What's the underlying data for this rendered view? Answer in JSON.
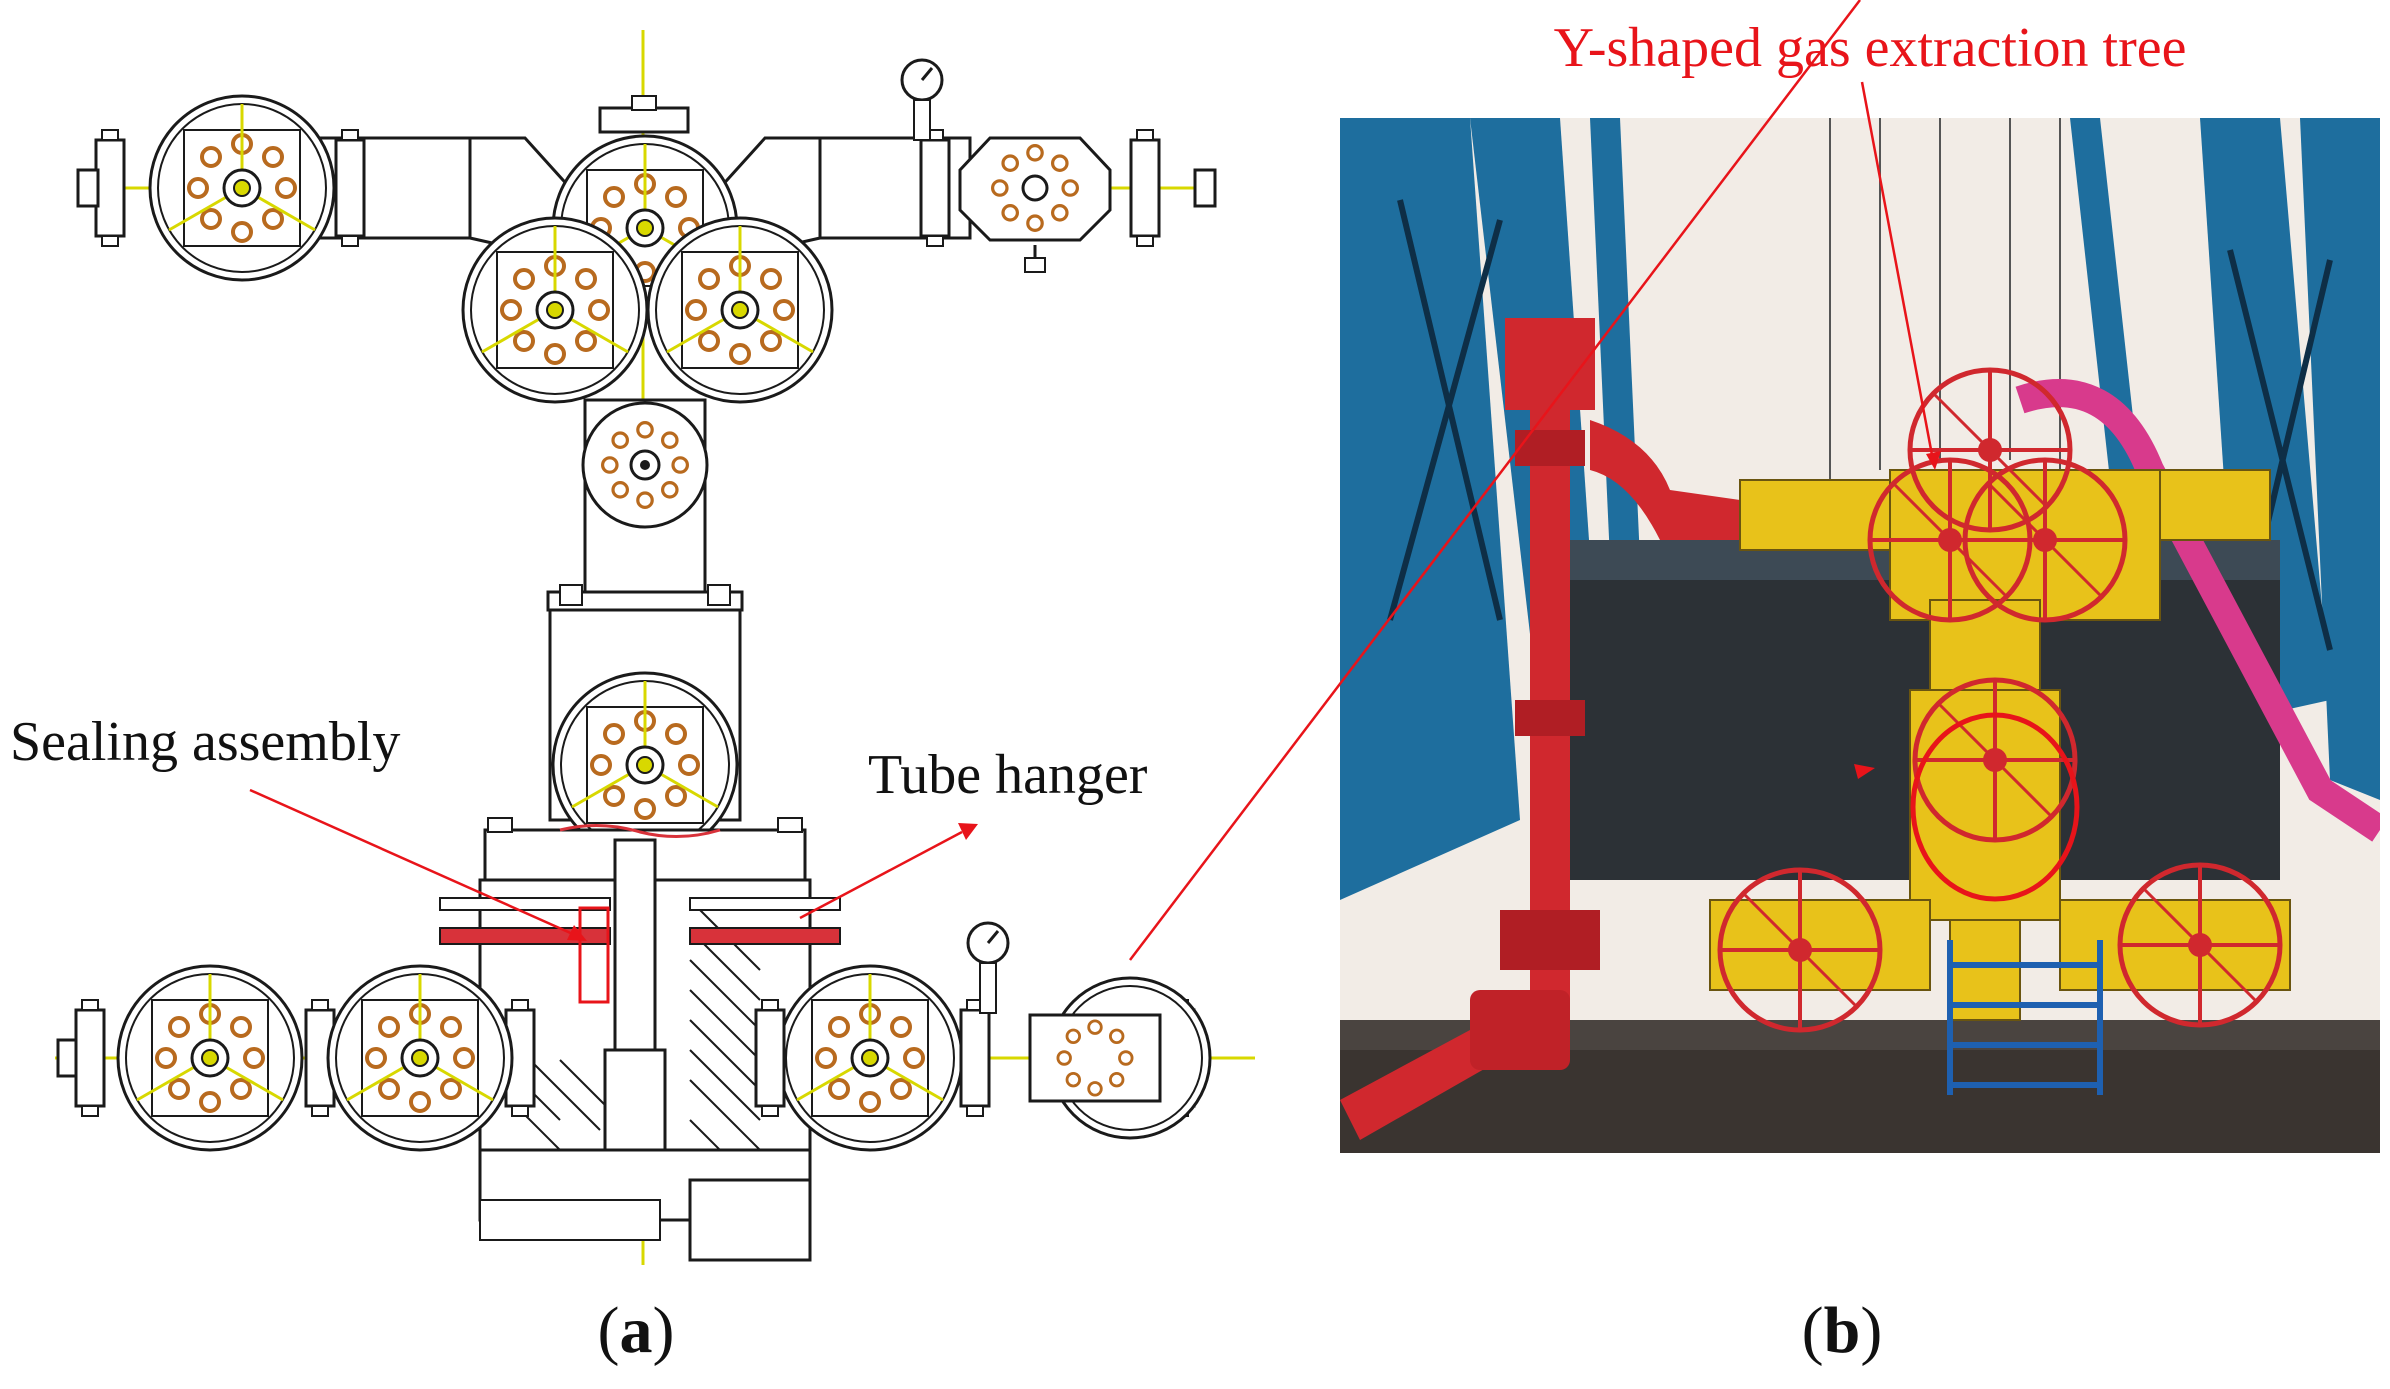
{
  "figure": {
    "panel_a": {
      "letter": "a",
      "labels": {
        "sealing_assembly": "Sealing assembly",
        "tube_hanger": "Tube hanger"
      }
    },
    "panel_b": {
      "letter": "b",
      "labels": {
        "tree": "Y-shaped gas extraction tree"
      }
    },
    "colors": {
      "annotation": "#e8141a",
      "drawing_line": "#1a1a1a",
      "centerline": "#d8d800",
      "bolt": "#b86a1e",
      "red_part": "#d8323a",
      "photo_blue": "#1e6e9e",
      "photo_yellow": "#e8c21a",
      "photo_red": "#d0282e",
      "photo_sky": "#f2ece6",
      "photo_floor": "#3a3430",
      "photo_magenta": "#d83a8c"
    }
  }
}
